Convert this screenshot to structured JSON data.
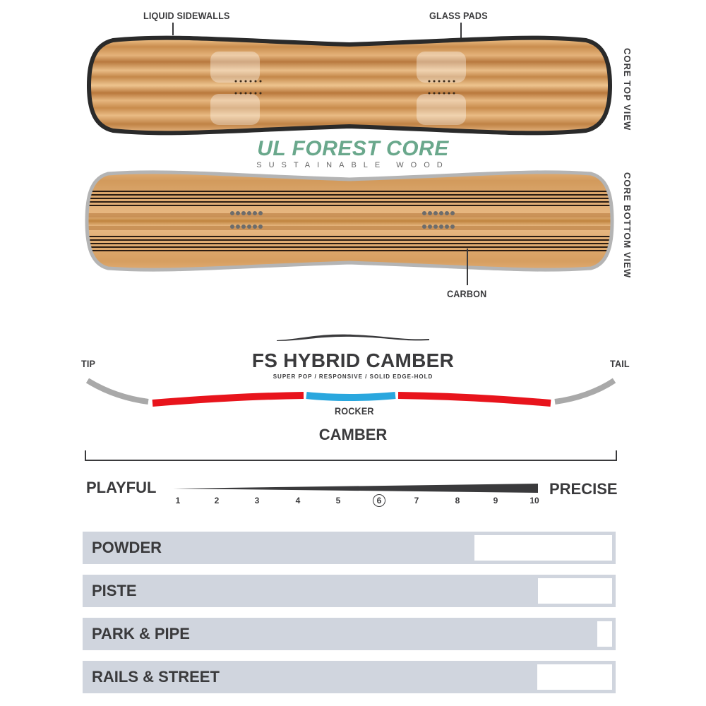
{
  "core_views": {
    "top": {
      "view_label": "CORE TOP VIEW",
      "callouts": [
        {
          "label": "LIQUID SIDEWALLS"
        },
        {
          "label": "GLASS PADS"
        }
      ]
    },
    "brand": {
      "title": "UL FOREST CORE",
      "subtitle": "SUSTAINABLE WOOD",
      "color": "#6aa88c"
    },
    "bottom": {
      "view_label": "CORE BOTTOM VIEW",
      "callouts": [
        {
          "label": "CARBON"
        }
      ]
    }
  },
  "profile": {
    "title": "FS HYBRID CAMBER",
    "subtitle": "SUPER POP / RESPONSIVE / SOLID EDGE-HOLD",
    "tip_label": "TIP",
    "tail_label": "TAIL",
    "rocker_label": "ROCKER",
    "camber_label": "CAMBER",
    "colors": {
      "camber": "#e8141c",
      "rocker": "#2aa7de",
      "tip_tail": "#a9a9a9"
    }
  },
  "flex_scale": {
    "left_label": "PLAYFUL",
    "right_label": "PRECISE",
    "ticks": [
      "1",
      "2",
      "3",
      "4",
      "5",
      "6",
      "7",
      "8",
      "9",
      "10"
    ],
    "selected": "6"
  },
  "terrain_ratings": [
    {
      "label": "POWDER",
      "fill_pct": 73
    },
    {
      "label": "PISTE",
      "fill_pct": 85
    },
    {
      "label": "PARK & PIPE",
      "fill_pct": 97
    },
    {
      "label": "RAILS & STREET",
      "fill_pct": 85
    }
  ],
  "chart_data": {
    "type": "bar",
    "orientation": "horizontal",
    "title": "",
    "categories": [
      "POWDER",
      "PISTE",
      "PARK & PIPE",
      "RAILS & STREET"
    ],
    "values": [
      73,
      85,
      97,
      85
    ],
    "ylim": [
      0,
      100
    ],
    "grid": false,
    "legend": "none"
  }
}
